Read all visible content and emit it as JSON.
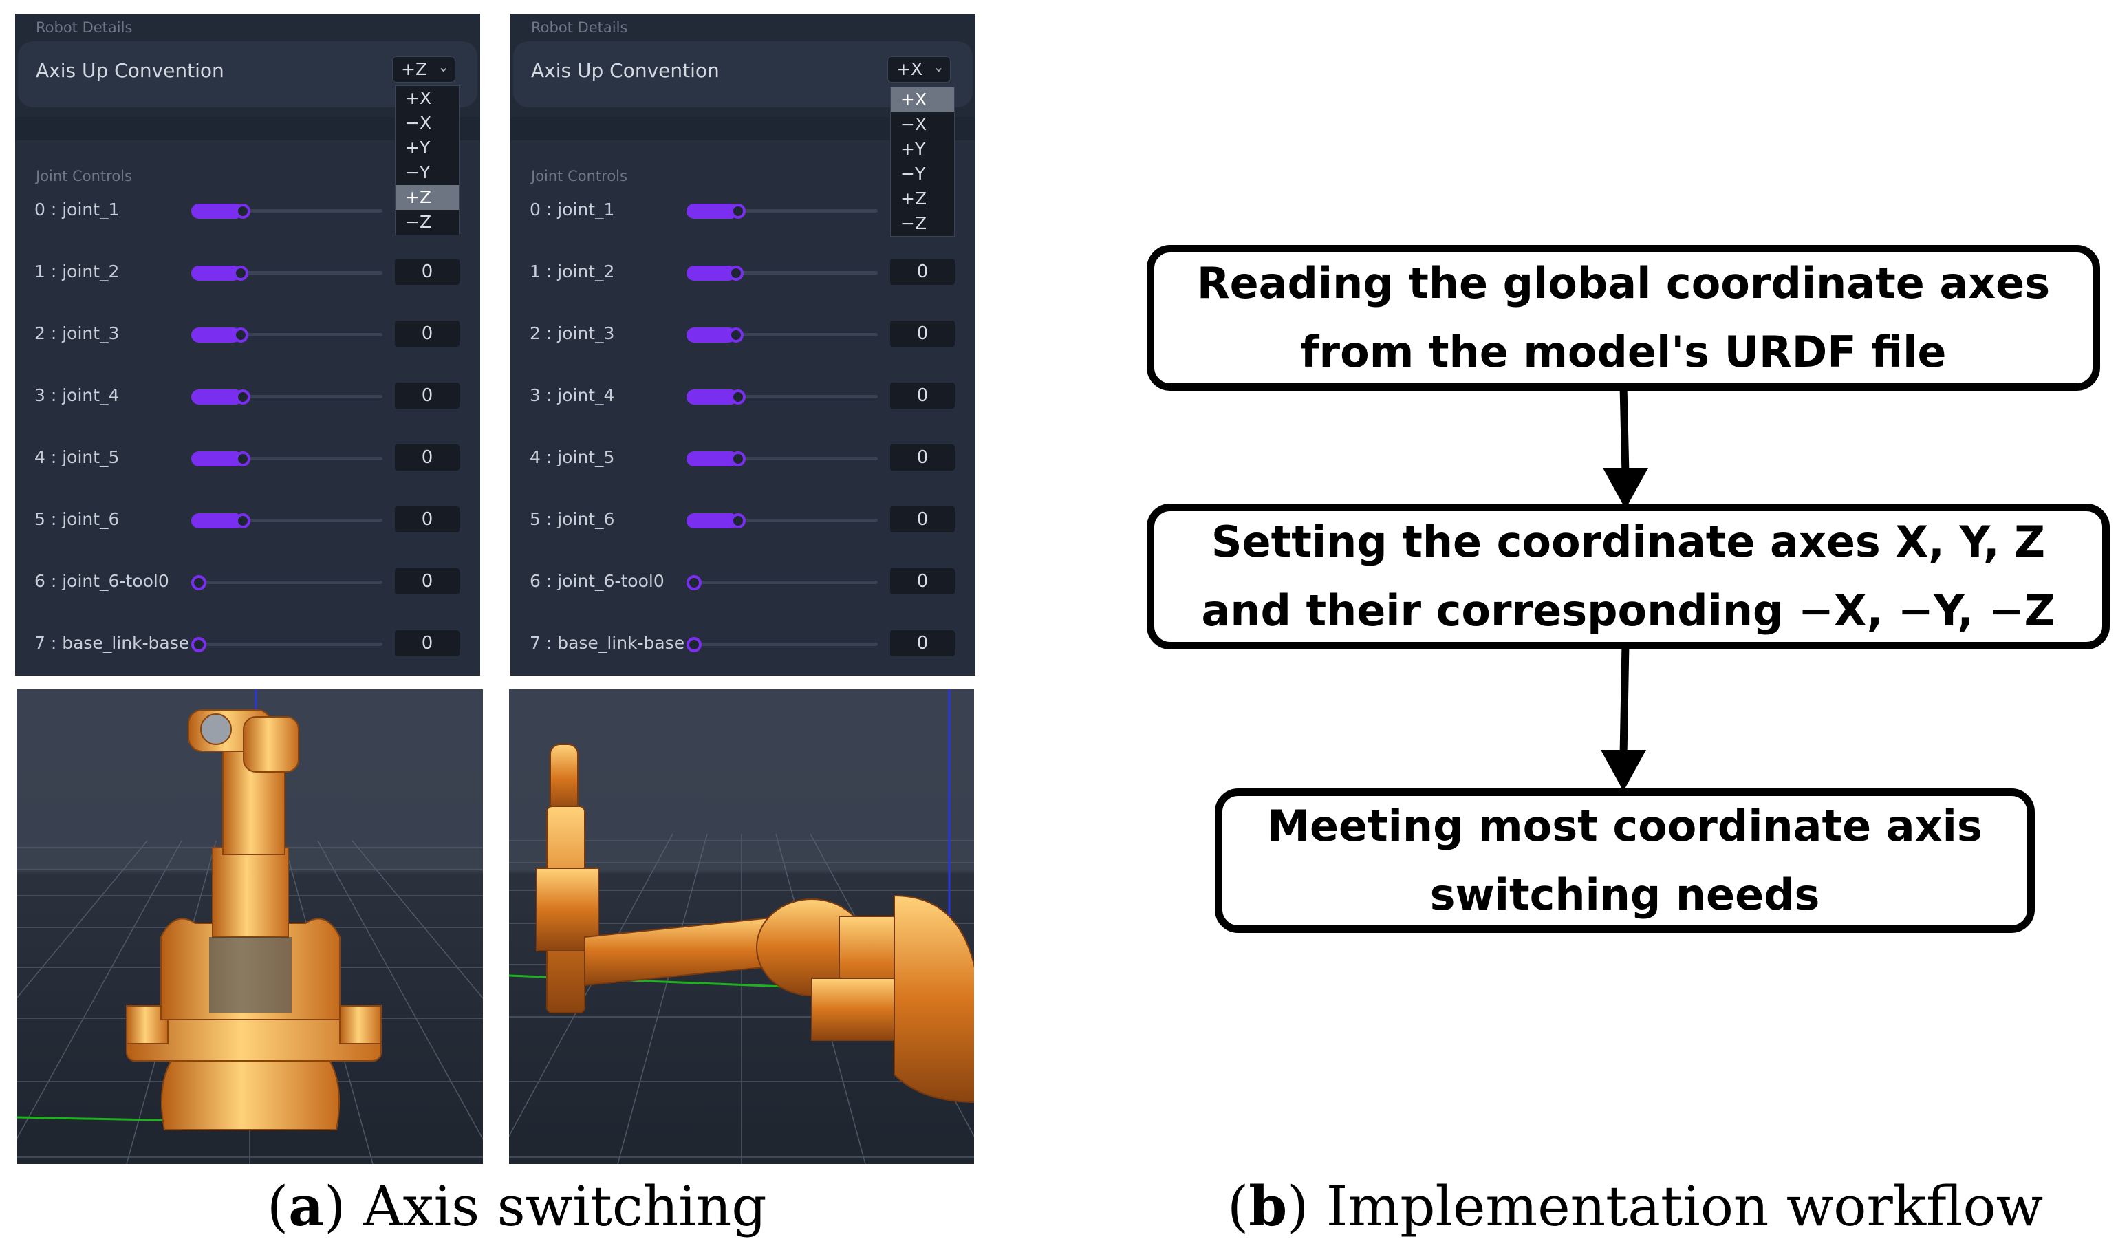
{
  "left_panel": {
    "section_title": "Robot Details",
    "axis_label": "Axis Up Convention",
    "selected_axis": "+Z",
    "dropdown_open": true,
    "joints_title": "Joint Controls",
    "joints": [
      {
        "label": "0 : joint_1",
        "value": "",
        "level": 0.27
      },
      {
        "label": "1 : joint_2",
        "value": "0",
        "level": 0.26
      },
      {
        "label": "2 : joint_3",
        "value": "0",
        "level": 0.26
      },
      {
        "label": "3 : joint_4",
        "value": "0",
        "level": 0.27
      },
      {
        "label": "4 : joint_5",
        "value": "0",
        "level": 0.27
      },
      {
        "label": "5 : joint_6",
        "value": "0",
        "level": 0.27
      },
      {
        "label": "6 : joint_6-tool0",
        "value": "0",
        "level": 0
      },
      {
        "label": "7 : base_link-base",
        "value": "0",
        "level": 0
      }
    ]
  },
  "right_panel": {
    "section_title": "Robot Details",
    "axis_label": "Axis Up Convention",
    "selected_axis": "+X",
    "dropdown_open": true,
    "joints_title": "Joint Controls",
    "joints": [
      {
        "label": "0 : joint_1",
        "value": "",
        "level": 0.27
      },
      {
        "label": "1 : joint_2",
        "value": "0",
        "level": 0.26
      },
      {
        "label": "2 : joint_3",
        "value": "0",
        "level": 0.26
      },
      {
        "label": "3 : joint_4",
        "value": "0",
        "level": 0.27
      },
      {
        "label": "4 : joint_5",
        "value": "0",
        "level": 0.27
      },
      {
        "label": "5 : joint_6",
        "value": "0",
        "level": 0.27
      },
      {
        "label": "6 : joint_6-tool0",
        "value": "0",
        "level": 0
      },
      {
        "label": "7 : base_link-base",
        "value": "0",
        "level": 0
      }
    ]
  },
  "axis_options": [
    "+X",
    "−X",
    "+Y",
    "−Y",
    "+Z",
    "−Z"
  ],
  "colors": {
    "panel_bg": "#222a38",
    "slider_accent": "#7a2ff0",
    "robot_orange": "#e8902e",
    "viewport_bg": "#2a313d"
  },
  "flowchart": {
    "steps": [
      "Reading the global coordinate axes from the model's URDF file",
      "Setting the coordinate axes X, Y, Z and their corresponding −X, −Y, −Z",
      "Meeting most coordinate axis switching needs"
    ]
  },
  "captions": {
    "a_letter": "a",
    "a_text": "Axis switching",
    "b_letter": "b",
    "b_text": "Implementation workflow"
  }
}
